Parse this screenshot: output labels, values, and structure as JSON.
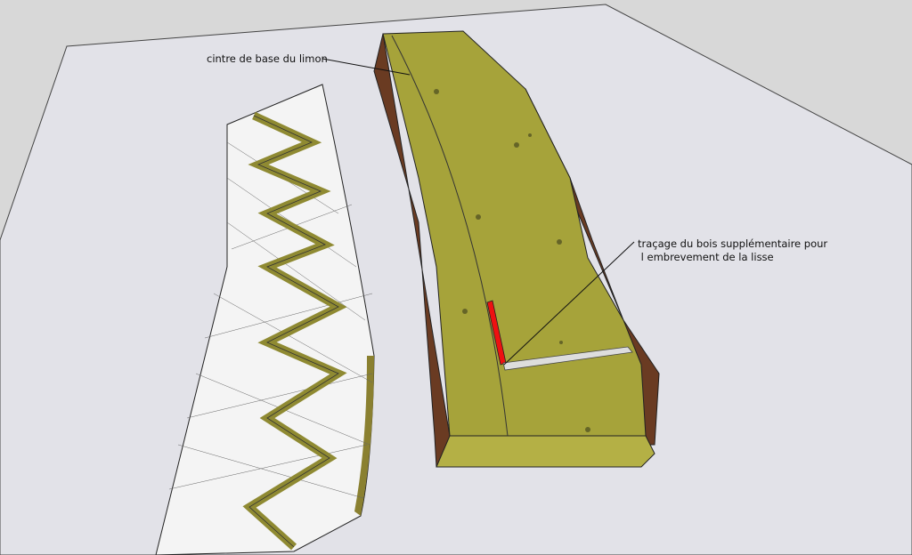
{
  "annotations": {
    "limon_center": "cintre de base du limon",
    "tracing_line1": "traçage du bois supplémentaire pour",
    "tracing_line2": " l embrevement de la lisse"
  },
  "colors": {
    "background": "#d8d8d8",
    "ground_plane": "#e2e2e8",
    "wood_top": "#a6a33a",
    "wood_edge": "#6a3b22",
    "pencil": "#ee1111"
  }
}
